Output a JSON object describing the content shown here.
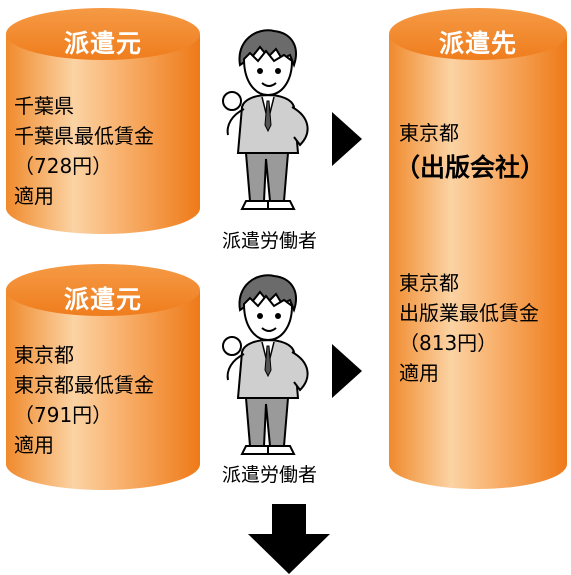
{
  "dispatchers": [
    {
      "title": "派遣元",
      "lines": [
        "千葉県",
        "千葉県最低賃金",
        "（728円）",
        "適用"
      ]
    },
    {
      "title": "派遣元",
      "lines": [
        "東京都",
        "東京都最低賃金",
        "（791円）",
        "適用"
      ]
    }
  ],
  "destination": {
    "title": "派遣先",
    "line1": "東京都",
    "company": "（出版会社）",
    "lines": [
      "東京都",
      "出版業最低賃金",
      "（813円）",
      "適用"
    ]
  },
  "workers": [
    {
      "label": "派遣労働者"
    },
    {
      "label": "派遣労働者"
    }
  ],
  "colors": {
    "cylinder_light": "#fbd3a4",
    "cylinder_mid": "#f7a65a",
    "cylinder_dark": "#ef7d1d",
    "arrow": "#000000"
  }
}
